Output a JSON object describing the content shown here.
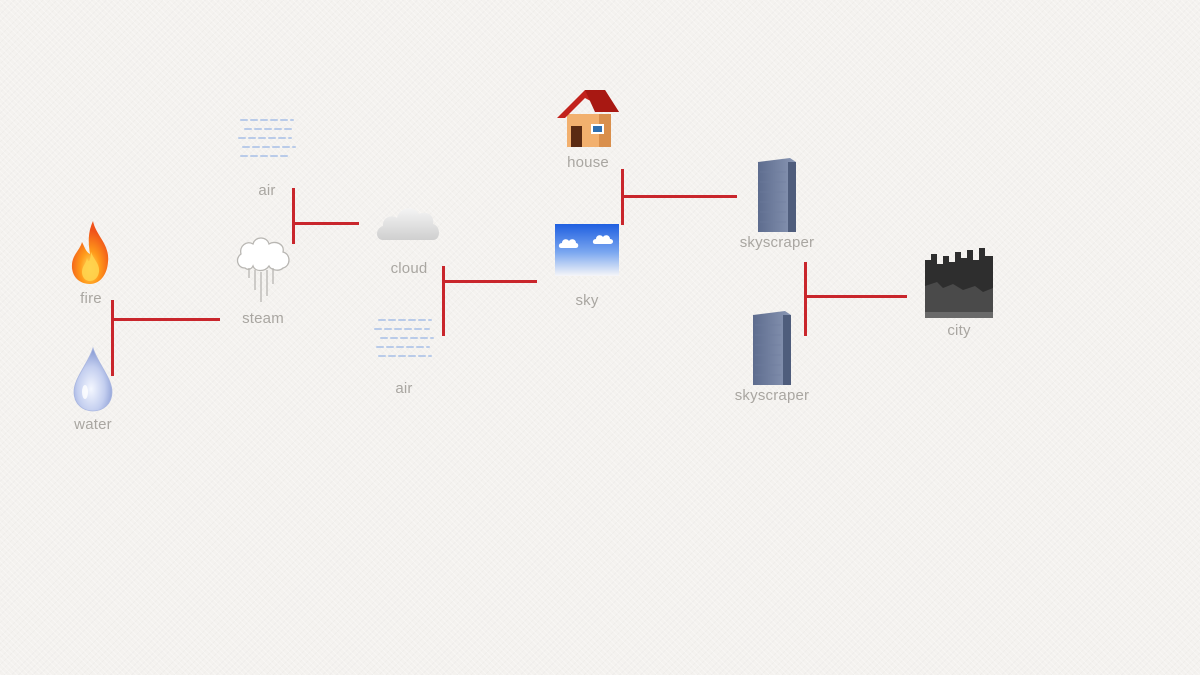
{
  "elements": {
    "fire": {
      "label": "fire",
      "icon": "fire-icon"
    },
    "water": {
      "label": "water",
      "icon": "water-drop-icon"
    },
    "steam": {
      "label": "steam",
      "icon": "steam-icon"
    },
    "air_top": {
      "label": "air",
      "icon": "air-icon"
    },
    "cloud": {
      "label": "cloud",
      "icon": "cloud-icon"
    },
    "air_bottom": {
      "label": "air",
      "icon": "air-icon"
    },
    "sky": {
      "label": "sky",
      "icon": "sky-icon"
    },
    "house": {
      "label": "house",
      "icon": "house-icon"
    },
    "skyscraper_top": {
      "label": "skyscraper",
      "icon": "skyscraper-icon"
    },
    "skyscraper_bottom": {
      "label": "skyscraper",
      "icon": "skyscraper-icon"
    },
    "city": {
      "label": "city",
      "icon": "city-icon"
    }
  },
  "colors": {
    "connector": "#c9262c",
    "label_text": "#a9a6a1",
    "background": "#f4f2ef"
  }
}
